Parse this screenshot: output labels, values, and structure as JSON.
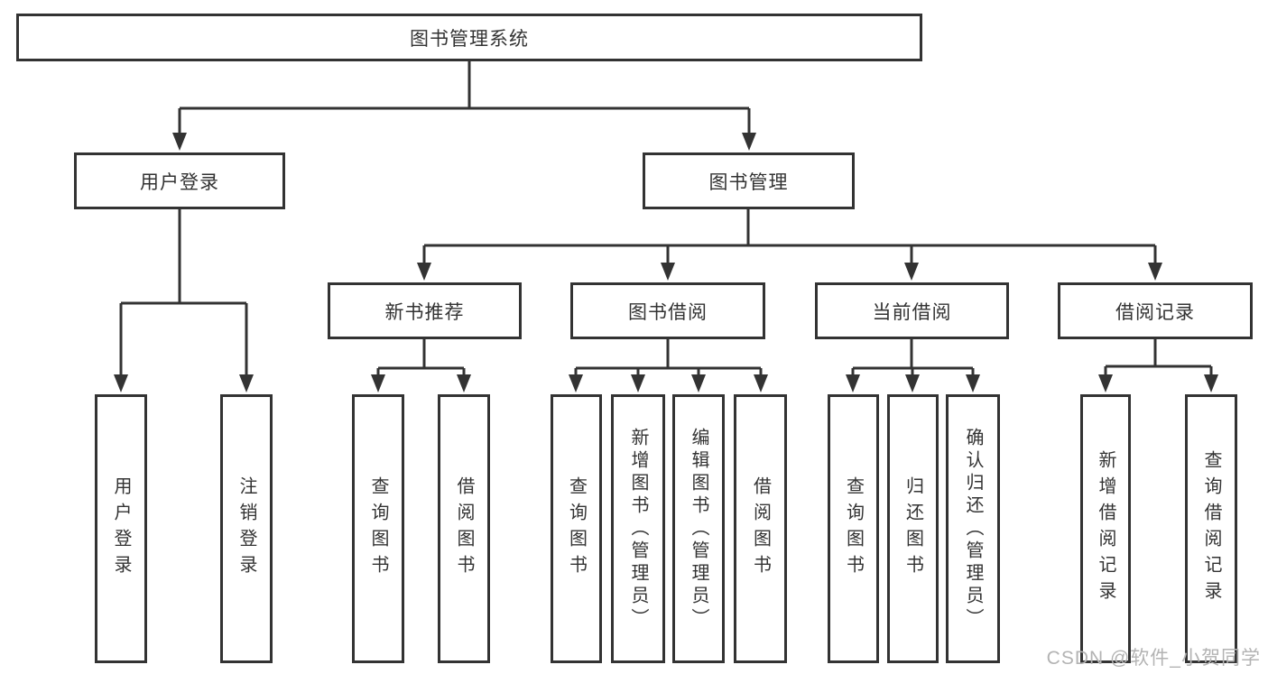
{
  "nodes": {
    "root": "图书管理系统",
    "level1": [
      "用户登录",
      "图书管理"
    ],
    "level2": [
      "新书推荐",
      "图书借阅",
      "当前借阅",
      "借阅记录"
    ],
    "user_leaves": [
      "用户登录",
      "注销登录"
    ],
    "recommend_leaves": [
      "查询图书",
      "借阅图书"
    ],
    "borrow_leaves": [
      "查询图书",
      "新增图书（管理员）",
      "编辑图书（管理员）",
      "借阅图书"
    ],
    "current_leaves": [
      "查询图书",
      "归还图书",
      "确认归还（管理员）"
    ],
    "record_leaves": [
      "新增借阅记录",
      "查询借阅记录"
    ]
  },
  "watermark": "CSDN @软件_小贺同学",
  "colors": {
    "line": "#333333",
    "text": "#333333",
    "watermark": "#b3b3b3",
    "background": "#ffffff"
  }
}
